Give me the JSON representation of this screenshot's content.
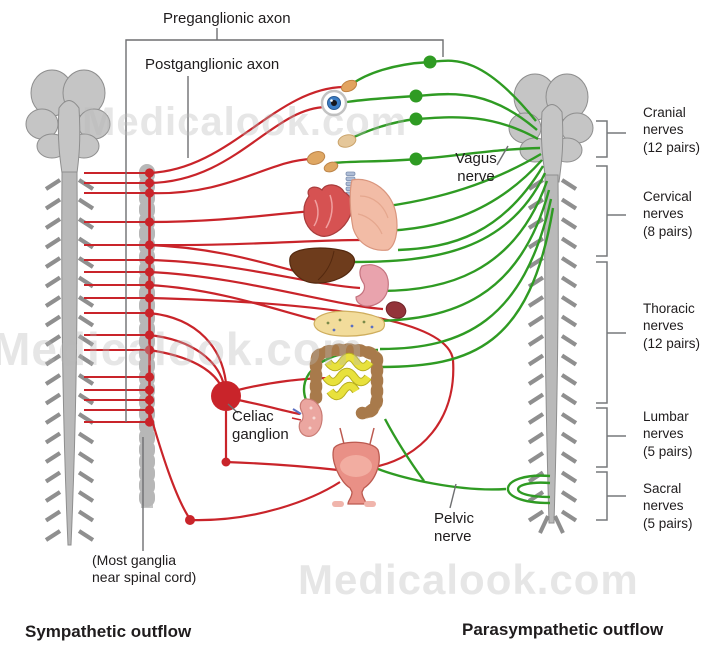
{
  "watermark": "Medicalook.com",
  "top_labels": {
    "preganglionic": "Preganglionic axon",
    "postganglionic": "Postganglionic axon"
  },
  "annotations": {
    "vagus": "Vagus\nnerve",
    "celiac": "Celiac\nganglion",
    "pelvic": "Pelvic\nnerve",
    "most_ganglia": "(Most ganglia\nnear spinal cord)"
  },
  "nerve_groups": [
    {
      "label": "Cranial\nnerves\n(12 pairs)"
    },
    {
      "label": "Cervical\nnerves\n(8 pairs)"
    },
    {
      "label": "Thoracic\nnerves\n(12 pairs)"
    },
    {
      "label": "Lumbar\nnerves\n(5 pairs)"
    },
    {
      "label": "Sacral\nnerves\n(5 pairs)"
    }
  ],
  "footers": {
    "sympathetic": "Sympathetic outflow",
    "parasympathetic": "Parasympathetic outflow"
  },
  "colors": {
    "sympathetic_red": "#c9242a",
    "parasympathetic_green": "#2f9b23",
    "anatomy_grey": "#bcbcbc"
  }
}
